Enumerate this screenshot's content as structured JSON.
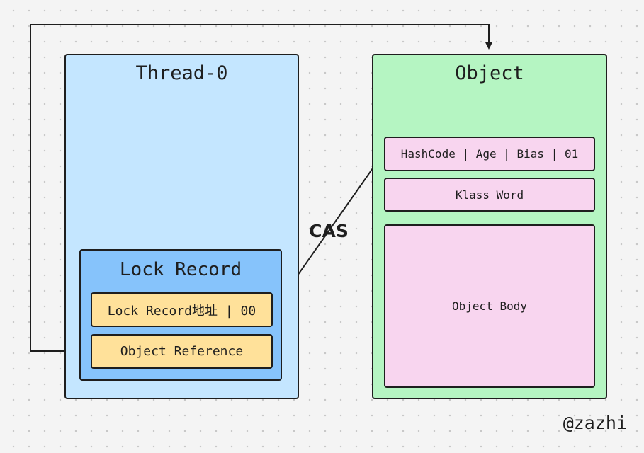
{
  "thread": {
    "title": "Thread-0",
    "lock_record": {
      "title": "Lock Record",
      "address_field": "Lock Record地址 | 00",
      "object_reference_field": "Object Reference"
    }
  },
  "object": {
    "title": "Object",
    "mark_word": "HashCode | Age | Bias | 01",
    "klass_word": "Klass Word",
    "body": "Object Body"
  },
  "cas_label": "CAS",
  "watermark": "@zazhi",
  "colors": {
    "background": "#f4f4f4",
    "thread_fill": "#c4e6ff",
    "lock_record_fill": "#86c3fb",
    "field_fill": "#ffe19a",
    "object_fill": "#b5f5c2",
    "header_fill": "#f8d5ef",
    "stroke": "#1e1e1e"
  }
}
